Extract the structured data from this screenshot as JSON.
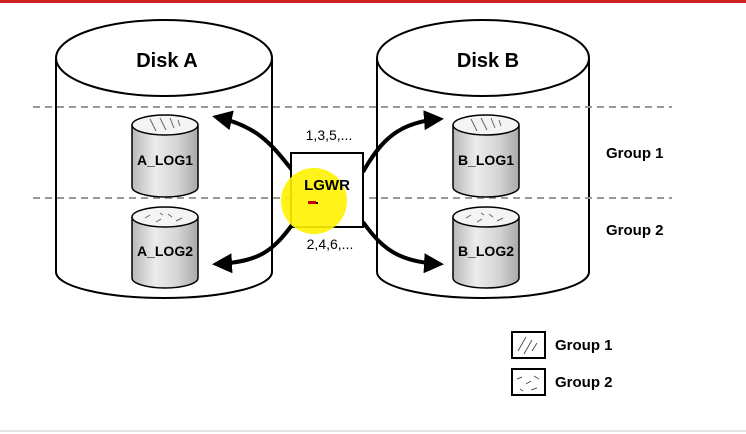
{
  "disks": [
    {
      "title": "Disk A",
      "logs": [
        "A_LOG1",
        "A_LOG2"
      ]
    },
    {
      "title": "Disk B",
      "logs": [
        "B_LOG1",
        "B_LOG2"
      ]
    }
  ],
  "lgwr": {
    "label": "LGWR"
  },
  "sequences": {
    "group1": "1,3,5,...",
    "group2": "2,4,6,..."
  },
  "groups": {
    "group1": "Group 1",
    "group2": "Group 2"
  },
  "legend": [
    {
      "label": "Group 1",
      "pattern": "diagonal-hatch"
    },
    {
      "label": "Group 2",
      "pattern": "dashed-specks"
    }
  ],
  "colors": {
    "top_rule": "#cc2222",
    "highlight": "#fff200",
    "separator": "#999999",
    "cylinder_fill": "#d9d9d9"
  }
}
